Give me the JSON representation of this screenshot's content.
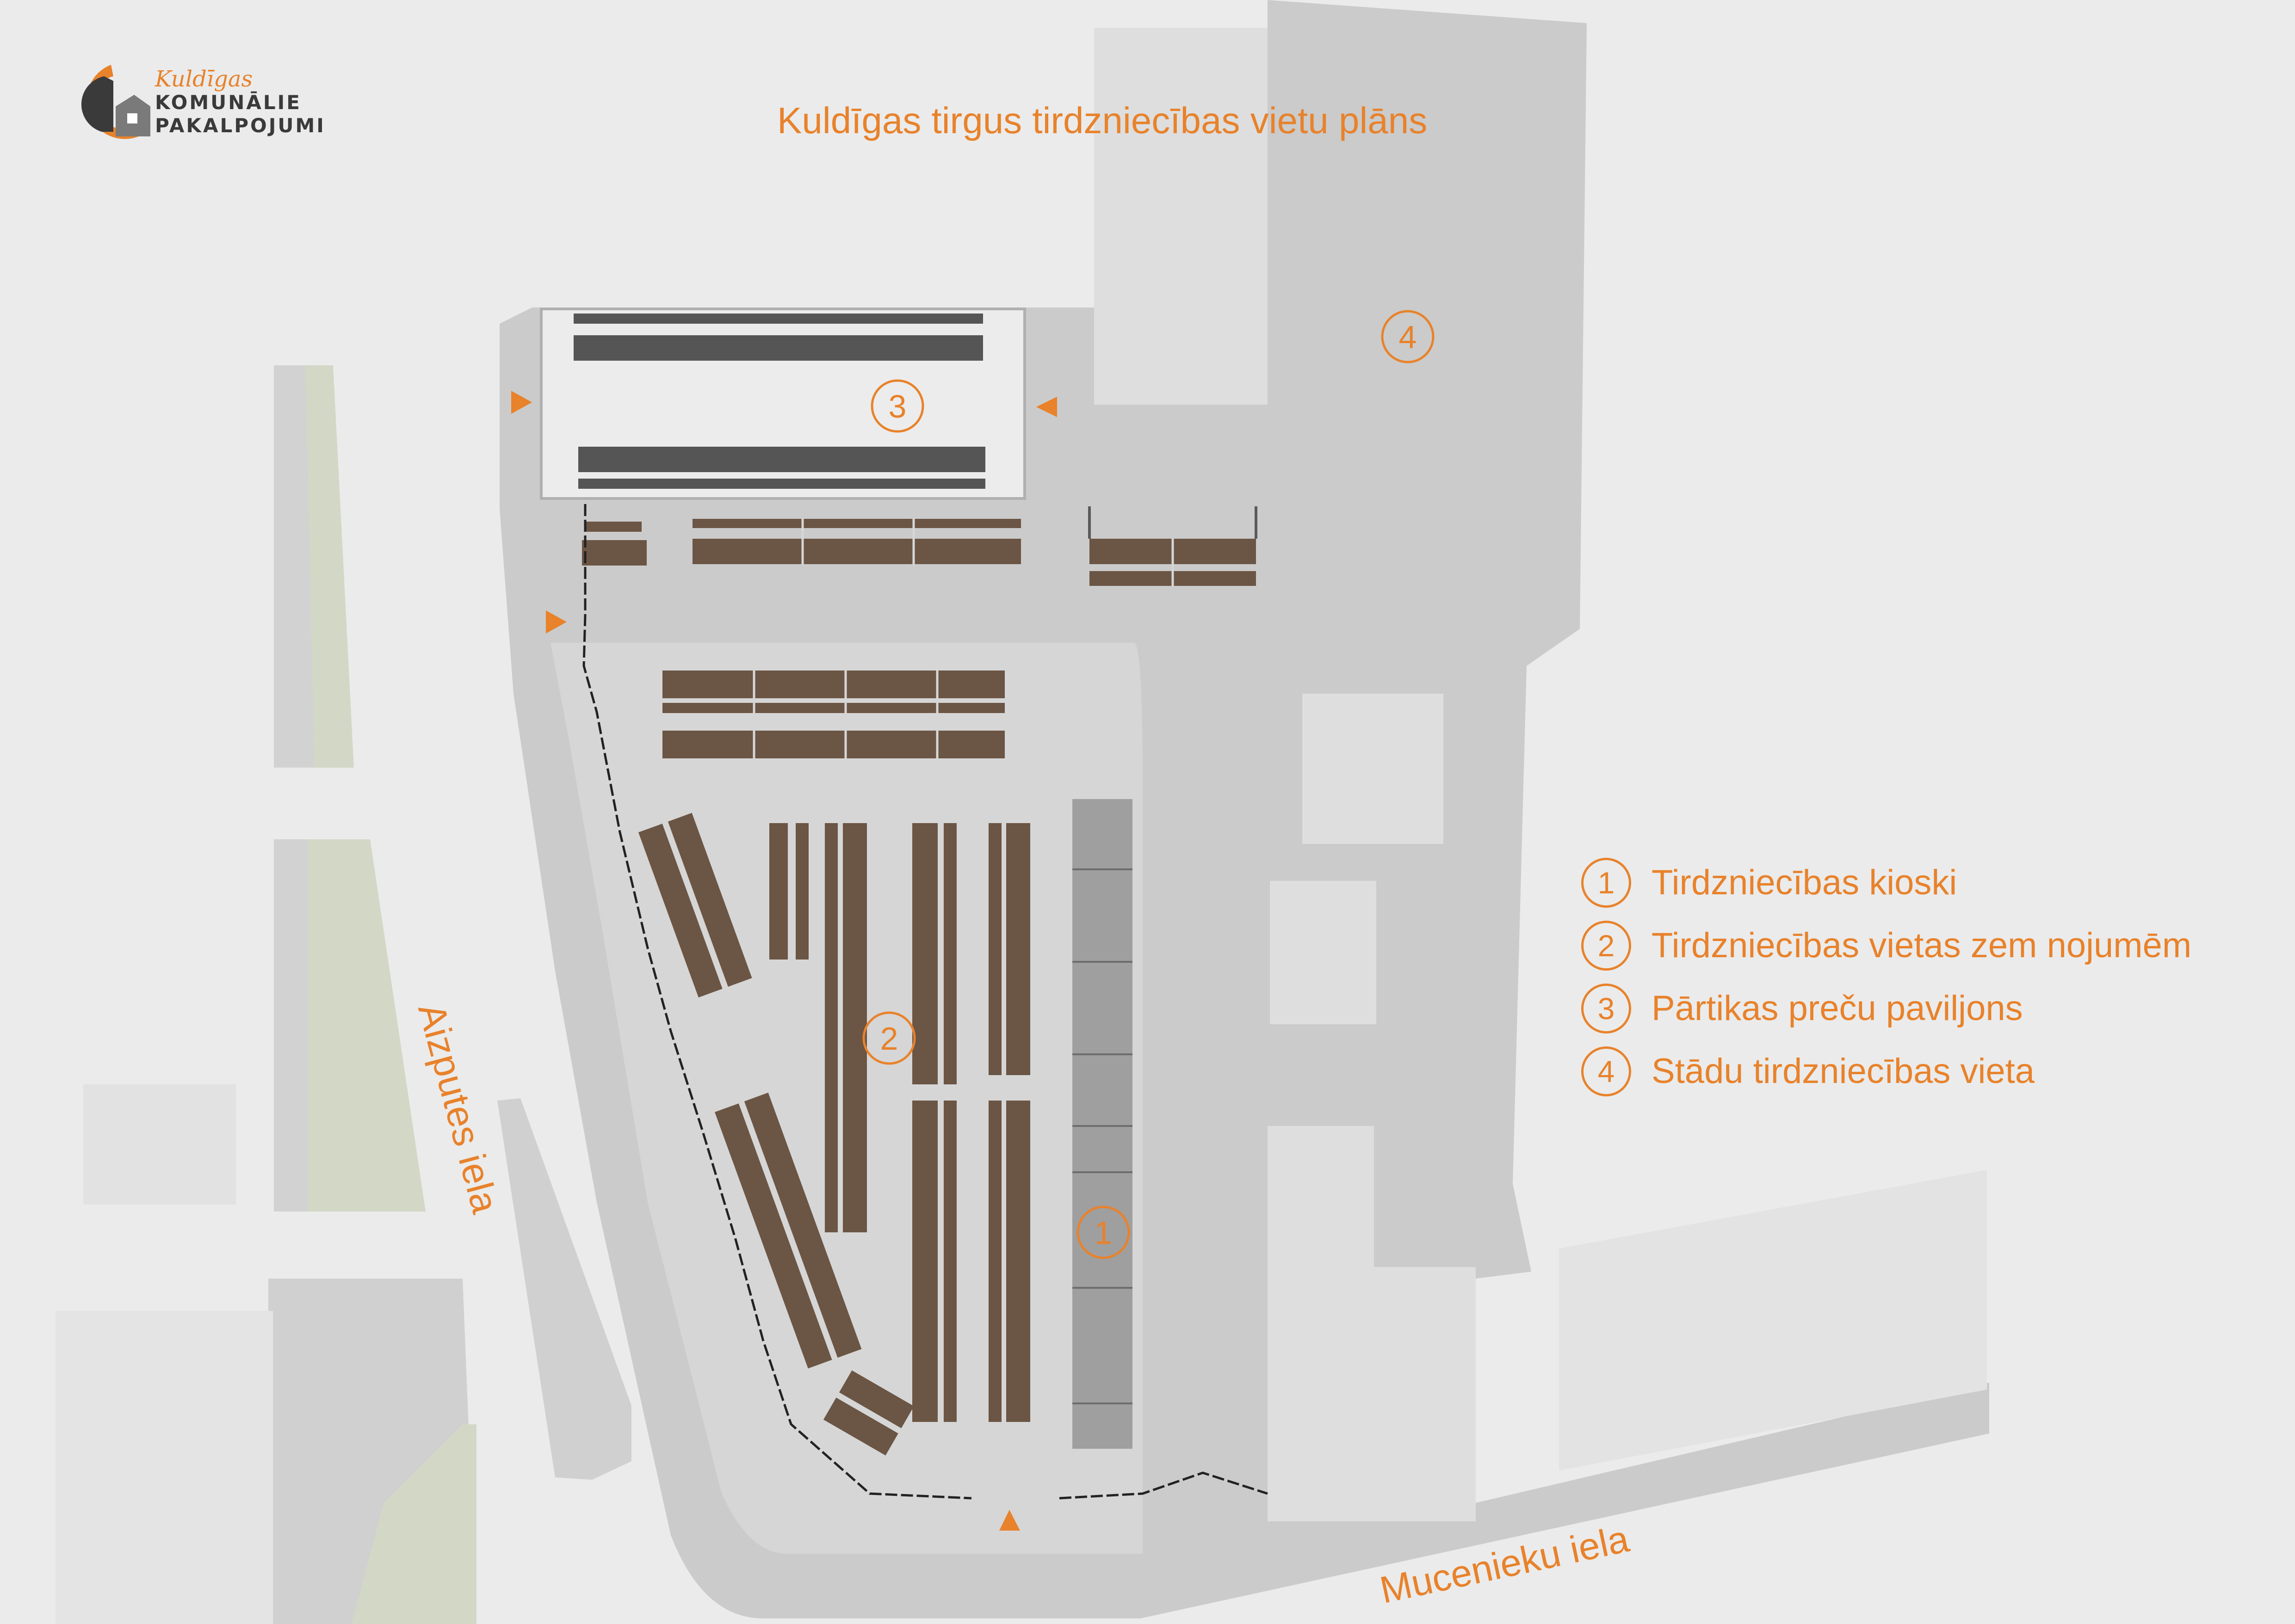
{
  "title": "Kuldīgas tirgus tirdzniecības vietu plāns",
  "logo": {
    "script_text": "Kuldīgas",
    "line1": "KOMUNĀLIE",
    "line2": "PAKALPOJUMI",
    "icon": "tree-house-logo"
  },
  "zones": [
    {
      "number": "1",
      "label": "Tirdzniecības kioski"
    },
    {
      "number": "2",
      "label": "Tirdzniecības vietas zem nojumēm"
    },
    {
      "number": "3",
      "label": "Pārtikas preču paviljons"
    },
    {
      "number": "4",
      "label": "Stādu tirdzniecības vieta"
    }
  ],
  "streets": {
    "left": "Aizputes iela",
    "bottom": "Mucenieku iela"
  },
  "colors": {
    "accent": "#e8822b",
    "stall": "#6b5544",
    "kiosk": "#9f9f9f",
    "pavilion_bar": "#555555",
    "pavement": "#cccccc",
    "building": "#dedede",
    "background": "#ebebeb",
    "green_strip": "#d3d8c6"
  }
}
